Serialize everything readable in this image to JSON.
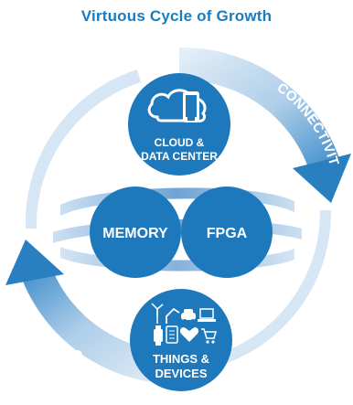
{
  "title": "Virtuous Cycle of Growth",
  "nodes": {
    "cloud": {
      "line1": "CLOUD &",
      "line2": "DATA CENTER"
    },
    "memory": {
      "label": "MEMORY"
    },
    "fpga": {
      "label": "FPGA"
    },
    "things": {
      "line1": "THINGS &",
      "line2": "DEVICES"
    }
  },
  "arcs": {
    "right": "CONNECTIVITY",
    "left": "CONNECTIVITY"
  },
  "colors": {
    "title": "#1a7bbf",
    "node_fill": "#1e78bc",
    "ring_light": "#dbe9f5",
    "ring_mid": "#a8c9e6",
    "ring_dark": "#2a7fc1",
    "swirl": "#6fa3d4"
  },
  "icons": {
    "cloud": [
      "cloud-icon",
      "smartphone-icon"
    ],
    "things": [
      "wind-turbine-icon",
      "robot-arm-icon",
      "car-icon",
      "laptop-icon",
      "smartwatch-icon",
      "tablet-icon",
      "heart-icon",
      "shopping-cart-icon"
    ]
  }
}
